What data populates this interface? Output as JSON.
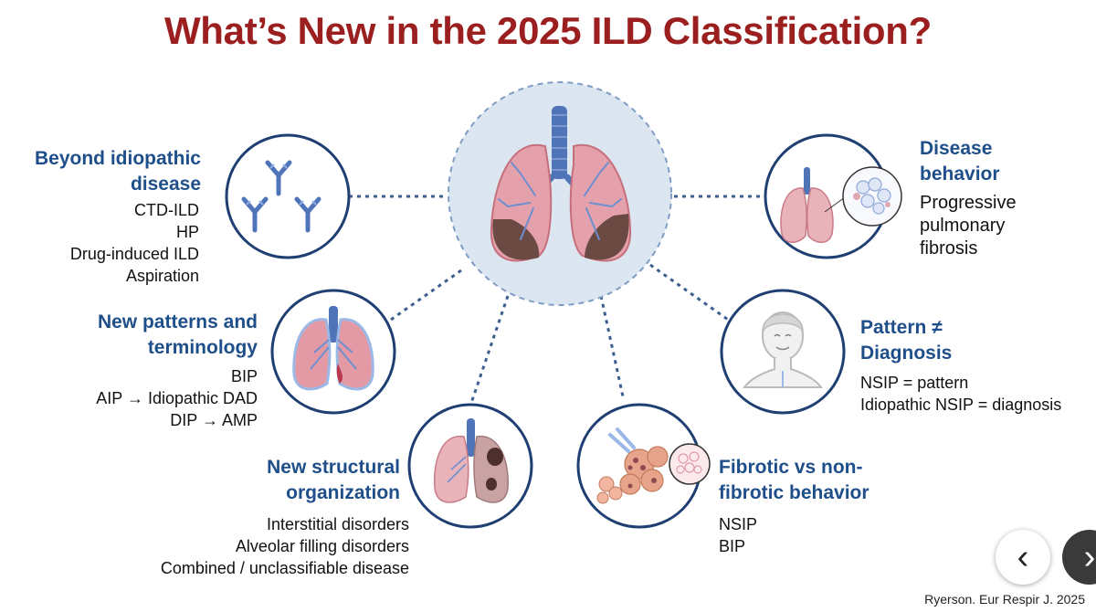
{
  "title": "What’s New in the 2025 ILD Classification?",
  "sections": {
    "beyond": {
      "heading_1": "Beyond idiopathic",
      "heading_2": "disease",
      "items": [
        "CTD-ILD",
        "HP",
        "Drug-induced ILD",
        "Aspiration"
      ]
    },
    "patterns": {
      "heading_1": "New patterns and",
      "heading_2": "terminology",
      "items": [
        "BIP",
        "AIP → Idiopathic DAD",
        "DIP → AMP"
      ]
    },
    "structural": {
      "heading_1": "New structural",
      "heading_2": "organization",
      "items": [
        "Interstitial disorders",
        "Alveolar filling disorders",
        "Combined / unclassifiable disease"
      ]
    },
    "behavior": {
      "heading_1": "Disease",
      "heading_2": "behavior",
      "items": [
        "Progressive",
        "pulmonary",
        "fibrosis"
      ]
    },
    "pattern_dx": {
      "heading_1": "Pattern ≠",
      "heading_2": "Diagnosis",
      "items": [
        "NSIP = pattern",
        "Idiopathic NSIP = diagnosis"
      ]
    },
    "fibrotic": {
      "heading_1": "Fibrotic vs non-",
      "heading_2": "fibrotic behavior",
      "items": [
        "NSIP",
        "BIP"
      ]
    }
  },
  "citation": "Ryerson. Eur Respir J. 2025",
  "nav": {
    "prev_icon": "‹",
    "next_icon": "›"
  },
  "colors": {
    "title": "#9c1f1f",
    "heading": "#1f4f8a",
    "circle_stroke": "#1f3f73",
    "center_fill": "#dce6f1",
    "dash": "#3b5f8f"
  }
}
